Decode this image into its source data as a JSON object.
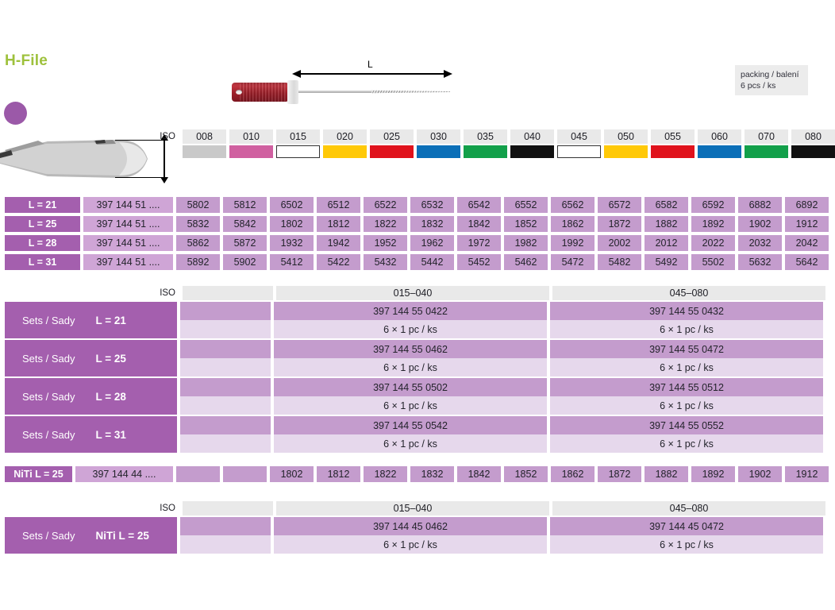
{
  "title": "H-File",
  "packaging": {
    "line1": "packing / balení",
    "line2": "6 pcs / ks"
  },
  "diagram": {
    "length_label": "L"
  },
  "iso": {
    "label": "ISO",
    "sizes": [
      "008",
      "010",
      "015",
      "020",
      "025",
      "030",
      "035",
      "040",
      "045",
      "050",
      "055",
      "060",
      "070",
      "080"
    ],
    "colors": [
      "#c9c9c9",
      "#d060a0",
      "#ffffff",
      "#ffc907",
      "#e0121c",
      "#0b6fb8",
      "#12a04a",
      "#111111",
      "#ffffff",
      "#ffc907",
      "#e0121c",
      "#0b6fb8",
      "#12a04a",
      "#111111"
    ]
  },
  "main_table": {
    "rows": [
      {
        "length": "L = 21",
        "article": "397 144 51 ....",
        "values": [
          "5802",
          "5812",
          "6502",
          "6512",
          "6522",
          "6532",
          "6542",
          "6552",
          "6562",
          "6572",
          "6582",
          "6592",
          "6882",
          "6892"
        ]
      },
      {
        "length": "L = 25",
        "article": "397 144 51 ....",
        "values": [
          "5832",
          "5842",
          "1802",
          "1812",
          "1822",
          "1832",
          "1842",
          "1852",
          "1862",
          "1872",
          "1882",
          "1892",
          "1902",
          "1912"
        ]
      },
      {
        "length": "L = 28",
        "article": "397 144 51 ....",
        "values": [
          "5862",
          "5872",
          "1932",
          "1942",
          "1952",
          "1962",
          "1972",
          "1982",
          "1992",
          "2002",
          "2012",
          "2022",
          "2032",
          "2042"
        ]
      },
      {
        "length": "L = 31",
        "article": "397 144 51 ....",
        "values": [
          "5892",
          "5902",
          "5412",
          "5422",
          "5432",
          "5442",
          "5452",
          "5462",
          "5472",
          "5482",
          "5492",
          "5502",
          "5632",
          "5642"
        ]
      }
    ]
  },
  "sets": {
    "iso_label": "ISO",
    "group_a": "015–040",
    "group_b": "045–080",
    "prefix": "Sets / Sady",
    "rows": [
      {
        "length": "L = 21",
        "a_article": "397 144 55 0422",
        "a_qty": "6 × 1 pc / ks",
        "b_article": "397 144 55 0432",
        "b_qty": "6 × 1 pc / ks"
      },
      {
        "length": "L = 25",
        "a_article": "397 144 55 0462",
        "a_qty": "6 × 1 pc / ks",
        "b_article": "397 144 55 0472",
        "b_qty": "6 × 1 pc / ks"
      },
      {
        "length": "L = 28",
        "a_article": "397 144 55 0502",
        "a_qty": "6 × 1 pc / ks",
        "b_article": "397 144 55 0512",
        "b_qty": "6 × 1 pc / ks"
      },
      {
        "length": "L = 31",
        "a_article": "397 144 55 0542",
        "a_qty": "6 × 1 pc / ks",
        "b_article": "397 144 55 0552",
        "b_qty": "6 × 1 pc / ks"
      }
    ]
  },
  "niti_row": {
    "length": "NiTi  L = 25",
    "article": "397 144 44 ....",
    "values": [
      "",
      "",
      "1802",
      "1812",
      "1822",
      "1832",
      "1842",
      "1852",
      "1862",
      "1872",
      "1882",
      "1892",
      "1902",
      "1912"
    ]
  },
  "niti_sets": {
    "iso_label": "ISO",
    "group_a": "015–040",
    "group_b": "045–080",
    "prefix": "Sets / Sady",
    "length": "NiTi  L = 25",
    "a_article": "397 144 45 0462",
    "a_qty": "6 × 1 pc / ks",
    "b_article": "397 144 45 0472",
    "b_qty": "6 × 1 pc / ks"
  },
  "theme": {
    "accent_green": "#9ec13c",
    "purple_dark": "#a45fae",
    "purple_mid": "#c49ccd",
    "purple_light": "#e6d8ec",
    "purple_article": "#cfa5d6",
    "grey_header": "#e9e9e9"
  }
}
